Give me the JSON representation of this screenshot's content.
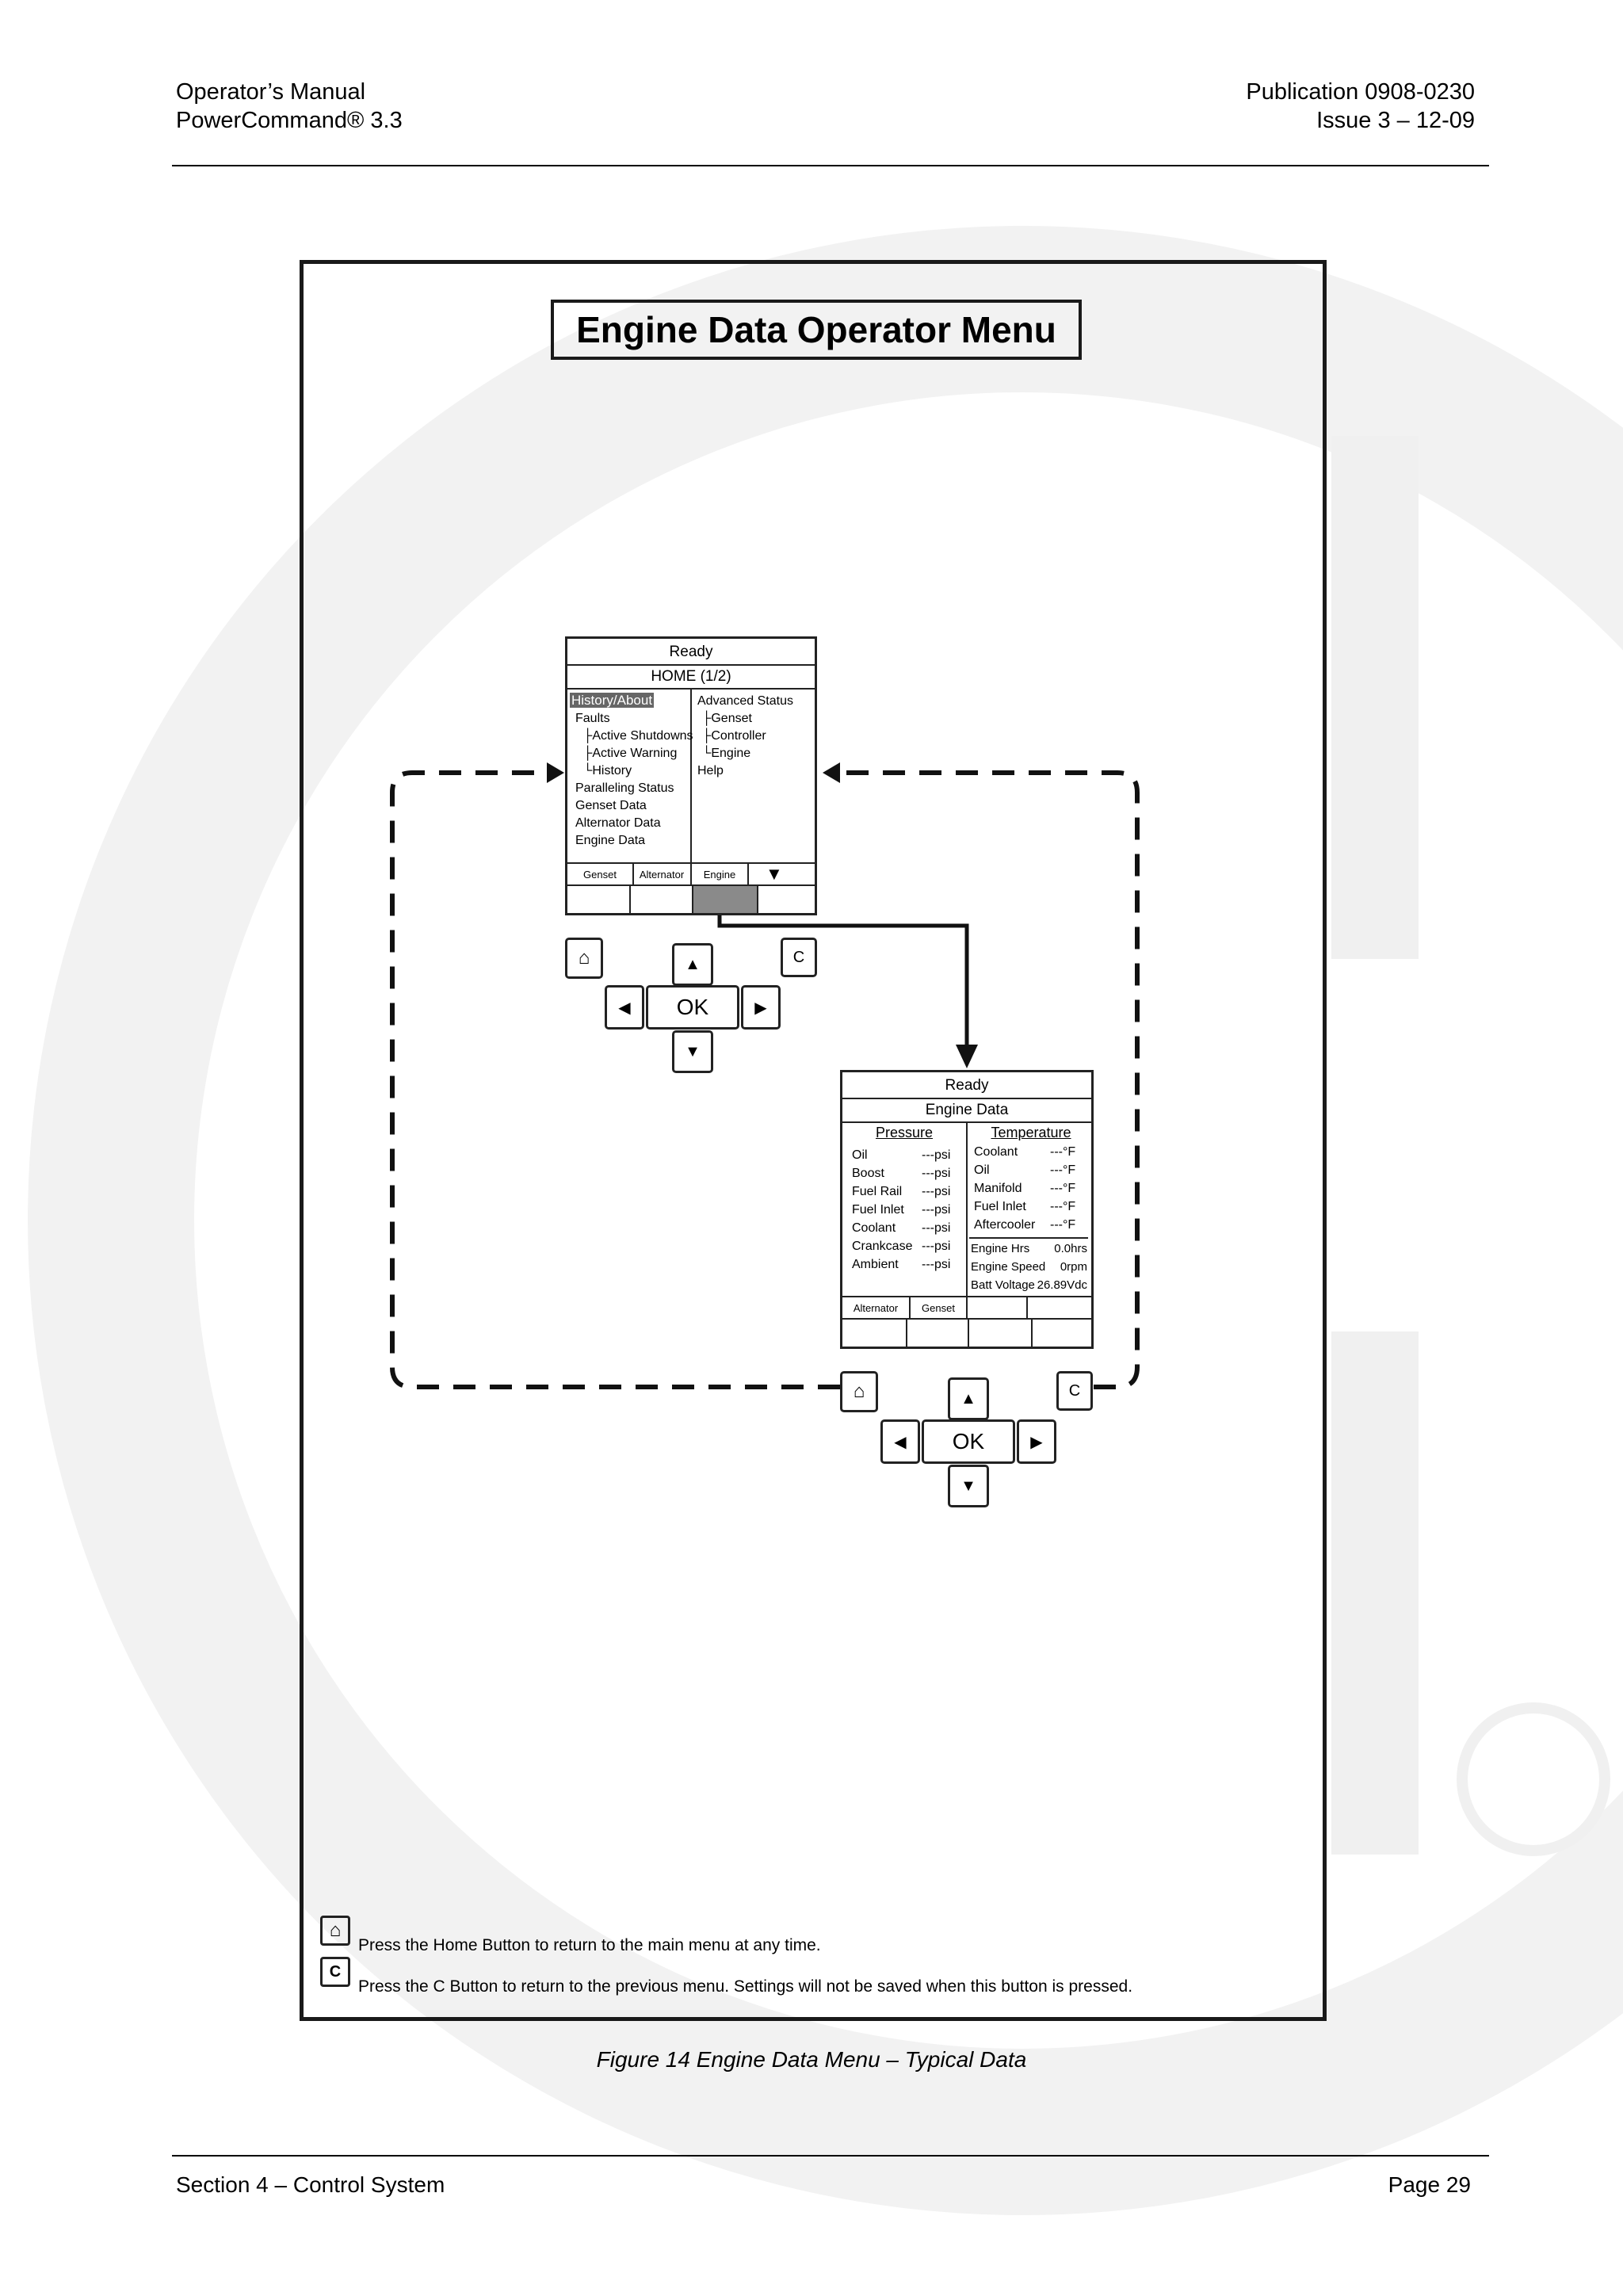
{
  "header": {
    "left_line1": "Operator’s Manual",
    "left_line2": "PowerCommand® 3.3",
    "right_line1": "Publication 0908-0230",
    "right_line2": "Issue 3 – 12-09"
  },
  "figure": {
    "title": "Engine Data Operator Menu",
    "caption": "Figure 14 Engine Data Menu – Typical Data",
    "home_screen": {
      "status": "Ready",
      "title": "HOME (1/2)",
      "left_menu": [
        "History/About",
        "Faults",
        "Active Shutdowns",
        "Active Warning",
        "History",
        "Paralleling Status",
        "Genset Data",
        "Alternator Data",
        "Engine Data"
      ],
      "right_menu": [
        "Advanced Status",
        "Genset",
        "Controller",
        "Engine",
        "Help"
      ],
      "softkeys": [
        "Genset",
        "Alternator",
        "Engine"
      ]
    },
    "engine_screen": {
      "status": "Ready",
      "title": "Engine Data",
      "pressure_header": "Pressure",
      "temperature_header": "Temperature",
      "pressure_rows": [
        {
          "label": "Oil",
          "value": "---psi"
        },
        {
          "label": "Boost",
          "value": "---psi"
        },
        {
          "label": "Fuel Rail",
          "value": "---psi"
        },
        {
          "label": "Fuel Inlet",
          "value": "---psi"
        },
        {
          "label": "Coolant",
          "value": "---psi"
        },
        {
          "label": "Crankcase",
          "value": "---psi"
        },
        {
          "label": "Ambient",
          "value": "---psi"
        }
      ],
      "temperature_rows": [
        {
          "label": "Coolant",
          "value": "---°F"
        },
        {
          "label": "Oil",
          "value": "---°F"
        },
        {
          "label": "Manifold",
          "value": "---°F"
        },
        {
          "label": "Fuel Inlet",
          "value": "---°F"
        },
        {
          "label": "Aftercooler",
          "value": "---°F"
        }
      ],
      "summary_rows": [
        {
          "label": "Engine Hrs",
          "value": "0.0hrs"
        },
        {
          "label": "Engine Speed",
          "value": "0rpm"
        },
        {
          "label": "Batt Voltage",
          "value": "26.89Vdc"
        }
      ],
      "softkeys": [
        "Alternator",
        "Genset"
      ]
    },
    "keypad": {
      "ok_label": "OK",
      "c_label": "C"
    },
    "legend": {
      "home_text": "Press the Home Button to return to the main menu at any time.",
      "c_text": "Press the C Button to return to the previous menu. Settings will not be saved when this button is pressed."
    }
  },
  "footer": {
    "left": "Section 4 – Control System",
    "right": "Page 29"
  }
}
